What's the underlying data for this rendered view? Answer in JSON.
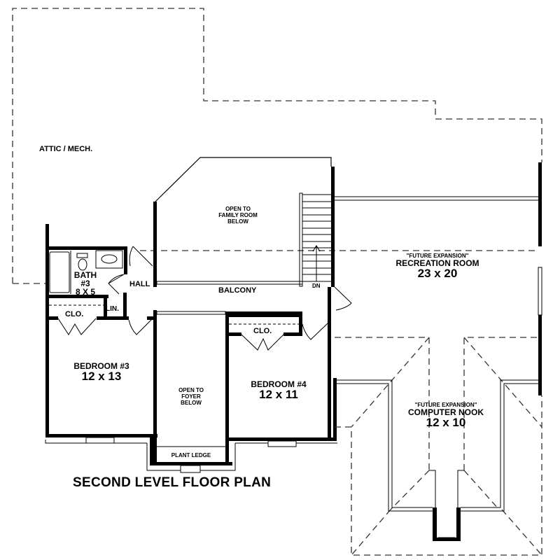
{
  "title": "SECOND LEVEL FLOOR PLAN",
  "rooms": {
    "attic": {
      "name": "ATTIC / MECH."
    },
    "open_family": {
      "line1": "OPEN TO",
      "line2": "FAMILY ROOM",
      "line3": "BELOW"
    },
    "bath3": {
      "name": "BATH",
      "number": "#3",
      "dims": "8 X 5"
    },
    "hall": {
      "name": "HALL"
    },
    "balcony": {
      "name": "BALCONY"
    },
    "linen": {
      "name": "LIN."
    },
    "closet3": {
      "name": "CLO."
    },
    "closet4": {
      "name": "CLO."
    },
    "bedroom3": {
      "name": "BEDROOM #3",
      "dims": "12 x 13"
    },
    "bedroom4": {
      "name": "BEDROOM #4",
      "dims": "12 x 11"
    },
    "open_foyer": {
      "line1": "OPEN TO",
      "line2": "FOYER",
      "line3": "BELOW"
    },
    "plant_ledge": {
      "name": "PLANT LEDGE"
    },
    "recreation": {
      "note": "\"FUTURE EXPANSION\"",
      "name": "RECREATION ROOM",
      "dims": "23 x 20"
    },
    "computer_nook": {
      "note": "\"FUTURE EXPANSION\"",
      "name": "COMPUTER NOOK",
      "dims": "12 x 10"
    }
  },
  "stairs": {
    "direction_label": "DN"
  },
  "colors": {
    "line": "#000000",
    "background": "#ffffff",
    "dashed": "#333333"
  }
}
